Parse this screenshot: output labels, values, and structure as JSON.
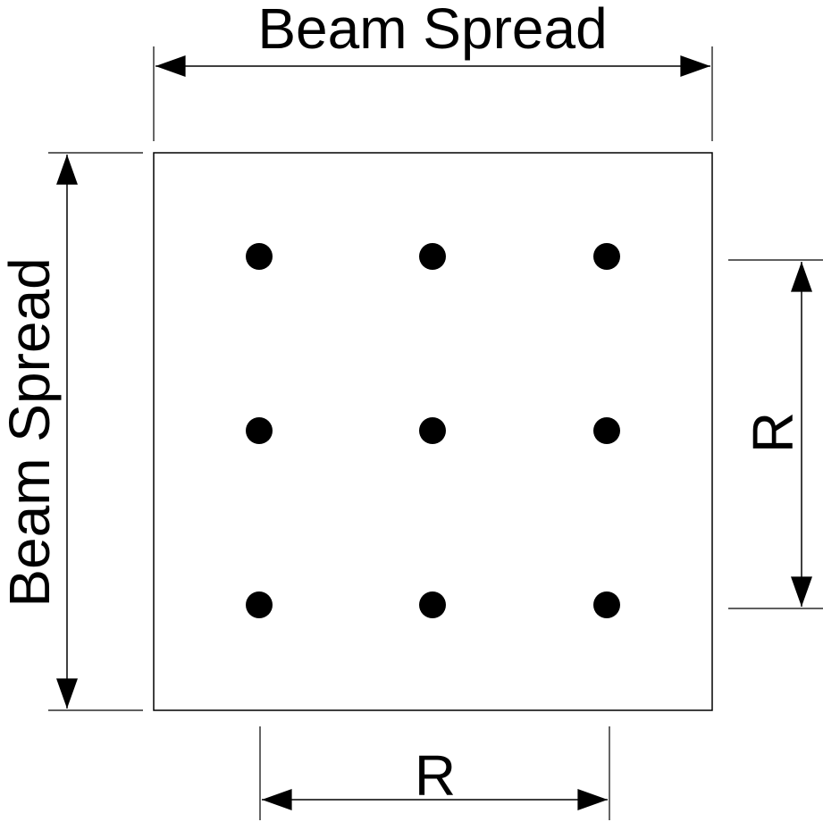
{
  "labels": {
    "top_dimension": "Beam Spread",
    "left_dimension": "Beam Spread",
    "right_dimension": "R",
    "bottom_dimension": "R"
  },
  "grid": {
    "rows": 3,
    "columns": 3,
    "point_count": 9
  },
  "colors": {
    "stroke": "#000000",
    "point_fill": "#000000",
    "background": "#ffffff"
  }
}
